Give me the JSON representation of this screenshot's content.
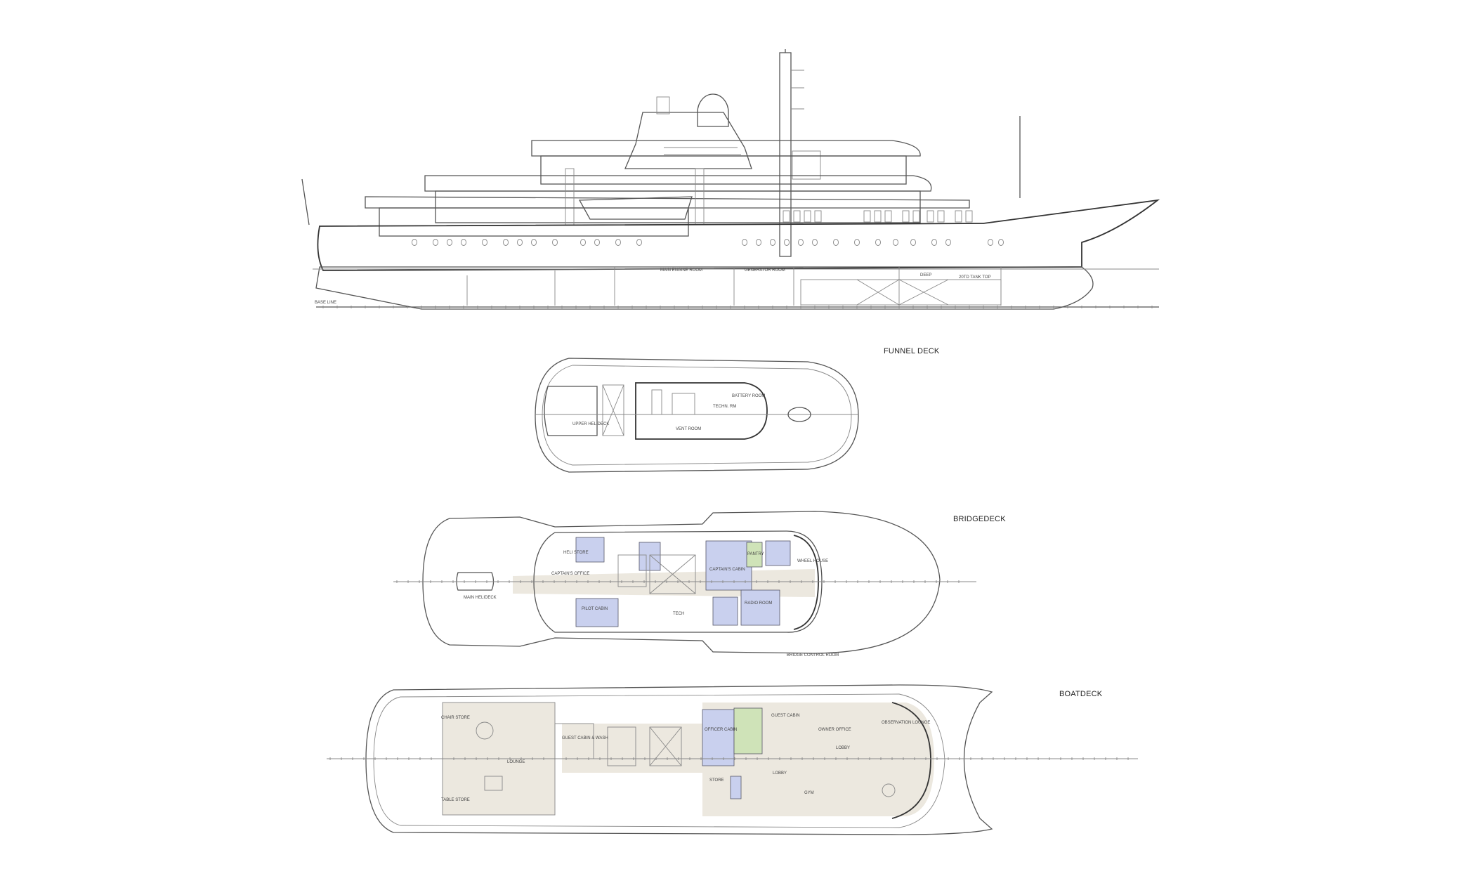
{
  "deck_titles": {
    "funnel": "FUNNEL DECK",
    "bridge": "BRIDGEDECK",
    "boat": "BOATDECK"
  },
  "profile_labels": {
    "main_engine": "MAIN ENGINE ROOM",
    "generator": "GENERATOR ROOM",
    "base_line": "BASE LINE",
    "deep": "DEEP",
    "tank_top": "20TD TANK TOP"
  },
  "funnel_rooms": {
    "upper_helideck": "UPPER HELIDECK",
    "vent_room": "VENT ROOM",
    "technical": "TECHN. RM",
    "battery": "BATTERY ROOM"
  },
  "bridge_rooms": {
    "heli_store": "HELI STORE",
    "captains_office": "CAPTAIN'S OFFICE",
    "captains_cabin": "CAPTAIN'S CABIN",
    "pilot_cabin": "PILOT CABIN",
    "tech": "TECH",
    "radio_room": "RADIO ROOM",
    "wheel_house": "WHEEL HOUSE",
    "pantry": "PANTRY",
    "helideck": "MAIN HELIDECK",
    "bridge_control": "BRIDGE CONTROL ROOM"
  },
  "boat_rooms": {
    "lounge": "LOUNGE",
    "chair_store": "CHAIR STORE",
    "table_store": "TABLE STORE",
    "guest_cabin_1": "GUEST CABIN & WASH",
    "officer_cabin": "OFFICER CABIN",
    "guest_cabin_2": "GUEST CABIN",
    "owner_office": "OWNER OFFICE",
    "lobby_1": "LOBBY",
    "lobby_2": "LOBBY",
    "gym": "GYM",
    "store": "STORE",
    "observation_lounge": "OBSERVATION LOUNGE"
  },
  "colors": {
    "crew_area": "#c9d0ee",
    "guest_area": "#ece8df",
    "pantry_area": "#cfe3b8"
  }
}
